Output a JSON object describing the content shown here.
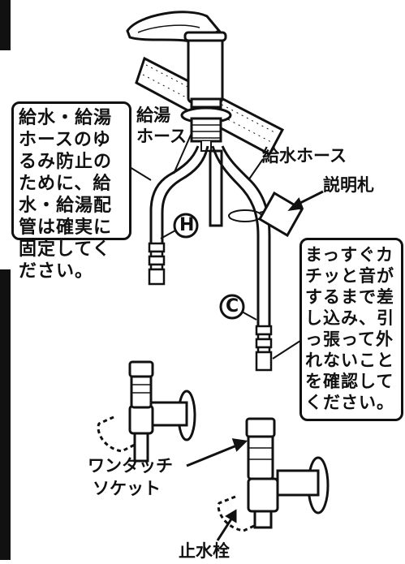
{
  "left_note": {
    "lines": [
      "給水・給湯",
      "ホースのゆ",
      "るみ防止の",
      "ために、給",
      "水・給湯配",
      "管は確実に",
      "固定してく",
      "ださい。"
    ]
  },
  "right_note": {
    "lines": [
      "まっすぐカ",
      "チッと音が",
      "するまで差",
      "し込み、引",
      "っ張って外",
      "れないこと",
      "を確認して",
      "ください。"
    ]
  },
  "labels": {
    "hot_hose": [
      "給湯",
      "ホース"
    ],
    "cold_hose": "給水ホース",
    "instruction_tag": "説明札",
    "one_touch_socket": [
      "ワンタッチ",
      "ソケット"
    ],
    "stop_valve": "止水栓",
    "hot_marker": "H",
    "cold_marker": "C"
  }
}
